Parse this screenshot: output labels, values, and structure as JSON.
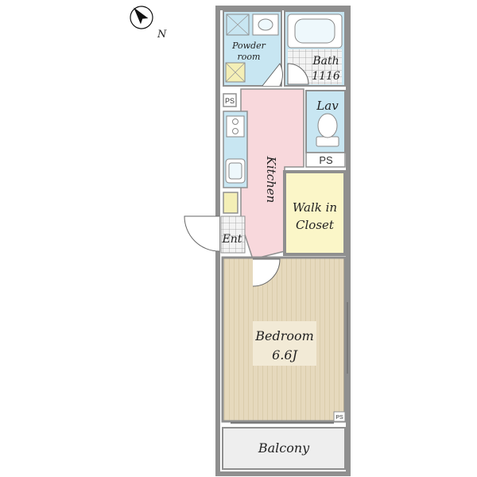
{
  "compass": {
    "north_label": "N",
    "north_icon": "compass-north-arrow-icon"
  },
  "rooms": {
    "powder_room": {
      "line1": "Powder",
      "line2": "room"
    },
    "bath": {
      "line1": "Bath",
      "line2": "1116"
    },
    "lav": {
      "label": "Lav"
    },
    "kitchen": {
      "label": "Kitchen"
    },
    "walk_in_closet": {
      "line1": "Walk in",
      "line2": "Closet"
    },
    "entrance": {
      "label": "Ent"
    },
    "bedroom": {
      "line1": "Bedroom",
      "line2": "6.6J"
    },
    "balcony": {
      "label": "Balcony"
    }
  },
  "ps_labels": {
    "ps1": "PS",
    "ps2": "PS",
    "ps3": "PS"
  },
  "colors": {
    "wet_area": "#c8e6f2",
    "kitchen": "#f8d8dc",
    "closet": "#fbf6c8",
    "bedroom_floor": "#e8dcc0",
    "balcony": "#eeeeee",
    "wall": "#9a9a9a"
  }
}
